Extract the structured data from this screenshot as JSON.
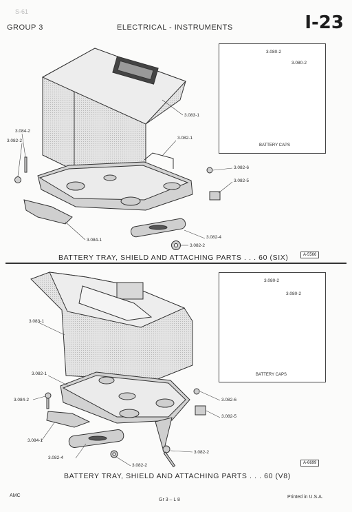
{
  "header": {
    "stamp": "S-61",
    "group": "GROUP 3",
    "section": "ELECTRICAL - INSTRUMENTS",
    "page": "I-23"
  },
  "figure_six": {
    "caption": "BATTERY TRAY, SHIELD AND ATTACHING PARTS . . . 60 (SIX)",
    "art_number": "A-5566",
    "inset_caption": "BATTERY CAPS",
    "labels": {
      "cap_left": "3.080-2",
      "cap_right": "3.080-2",
      "shield": "3.083-1",
      "bolt_a": "3.084-2",
      "bolt_b": "3.082-2",
      "tray": "3.082-1",
      "screw": "3.082-6",
      "clip": "3.082-5",
      "bracket": "3.084-1",
      "hold_down": "3.082-4",
      "nut": "3.082-2"
    }
  },
  "figure_v8": {
    "caption": "BATTERY TRAY, SHIELD AND ATTACHING PARTS . . . 60 (V8)",
    "art_number": "A-6699",
    "inset_caption": "BATTERY CAPS",
    "labels": {
      "cap_left": "3.080-2",
      "cap_right": "3.080-2",
      "shield": "3.083-1",
      "tray": "3.082-1",
      "screw": "3.082-6",
      "bolt": "3.084-2",
      "clip": "3.082-5",
      "bracket": "3.084-1",
      "hold_down": "3.082-4",
      "nut": "3.082-2",
      "long_bolt": "3.082-2"
    }
  },
  "footer": {
    "left": "AMC",
    "center": "Gr 3 – L 8",
    "right": "Printed in U.S.A."
  }
}
